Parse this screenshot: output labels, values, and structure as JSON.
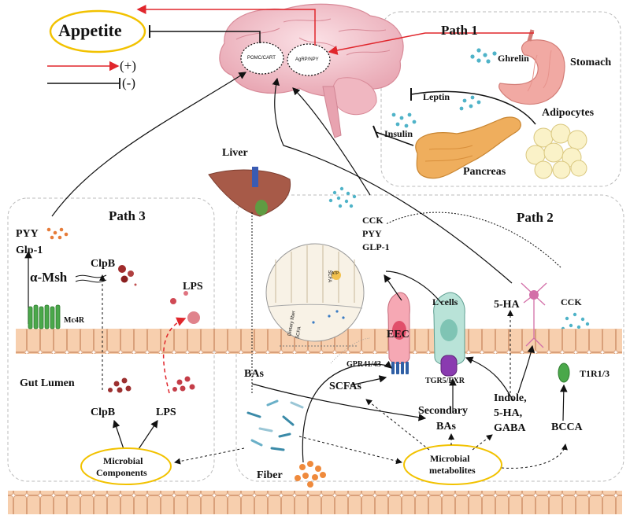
{
  "appetite": "Appetite",
  "legend": {
    "plus": "(+)",
    "minus": "(-)"
  },
  "brain": {
    "pomc": "POMC/CART",
    "agrp": "AgRP/NPY"
  },
  "path1": {
    "title": "Path 1",
    "ghrelin": "Ghrelin",
    "stomach": "Stomach",
    "leptin": "Leptin",
    "adipocytes": "Adipocytes",
    "insulin": "Insulin",
    "pancreas": "Pancreas"
  },
  "path2": {
    "title": "Path 2",
    "liver": "Liver",
    "hormones": [
      "CCK",
      "PYY",
      "GLP-1"
    ],
    "l_cells": "L cells",
    "five_ha_top": "5-HA",
    "cck_right": "CCK",
    "eec": "EEC",
    "atp": "ATP",
    "scfa_small": "SCFA",
    "dietary_fiber": "Dietary fiber",
    "scfa_small2": "SCFA",
    "gpr": "GPR41/43",
    "tgr": "TGR5/FXR",
    "t1r": "T1R1/3",
    "bas": "BAs",
    "scfas": "SCFAs",
    "secondary_bas": [
      "Secondary",
      "BAs"
    ],
    "indole": [
      "Indole,",
      "5-HA,",
      "GABA"
    ],
    "bcca": "BCCA",
    "fiber": "Fiber",
    "microbial_metabolites": [
      "Microbial",
      "metabolites"
    ]
  },
  "path3": {
    "title": "Path 3",
    "pyy": "PYY",
    "glp1": "Glp-1",
    "amsh": "α-Msh",
    "clpb_top": "ClpB",
    "lps_top": "LPS",
    "mc4r": "Mc4R",
    "gut_lumen": "Gut Lumen",
    "clpb_bottom": "ClpB",
    "lps_bottom": "LPS",
    "microbial_components": [
      "Microbial",
      "Components"
    ]
  },
  "colors": {
    "stimulate": "#e0262c",
    "inhibit": "#111111",
    "appetite_border": "#f2c200",
    "gut_tissue": "#f5c9a5",
    "receptor_green": "#4aa84a"
  }
}
